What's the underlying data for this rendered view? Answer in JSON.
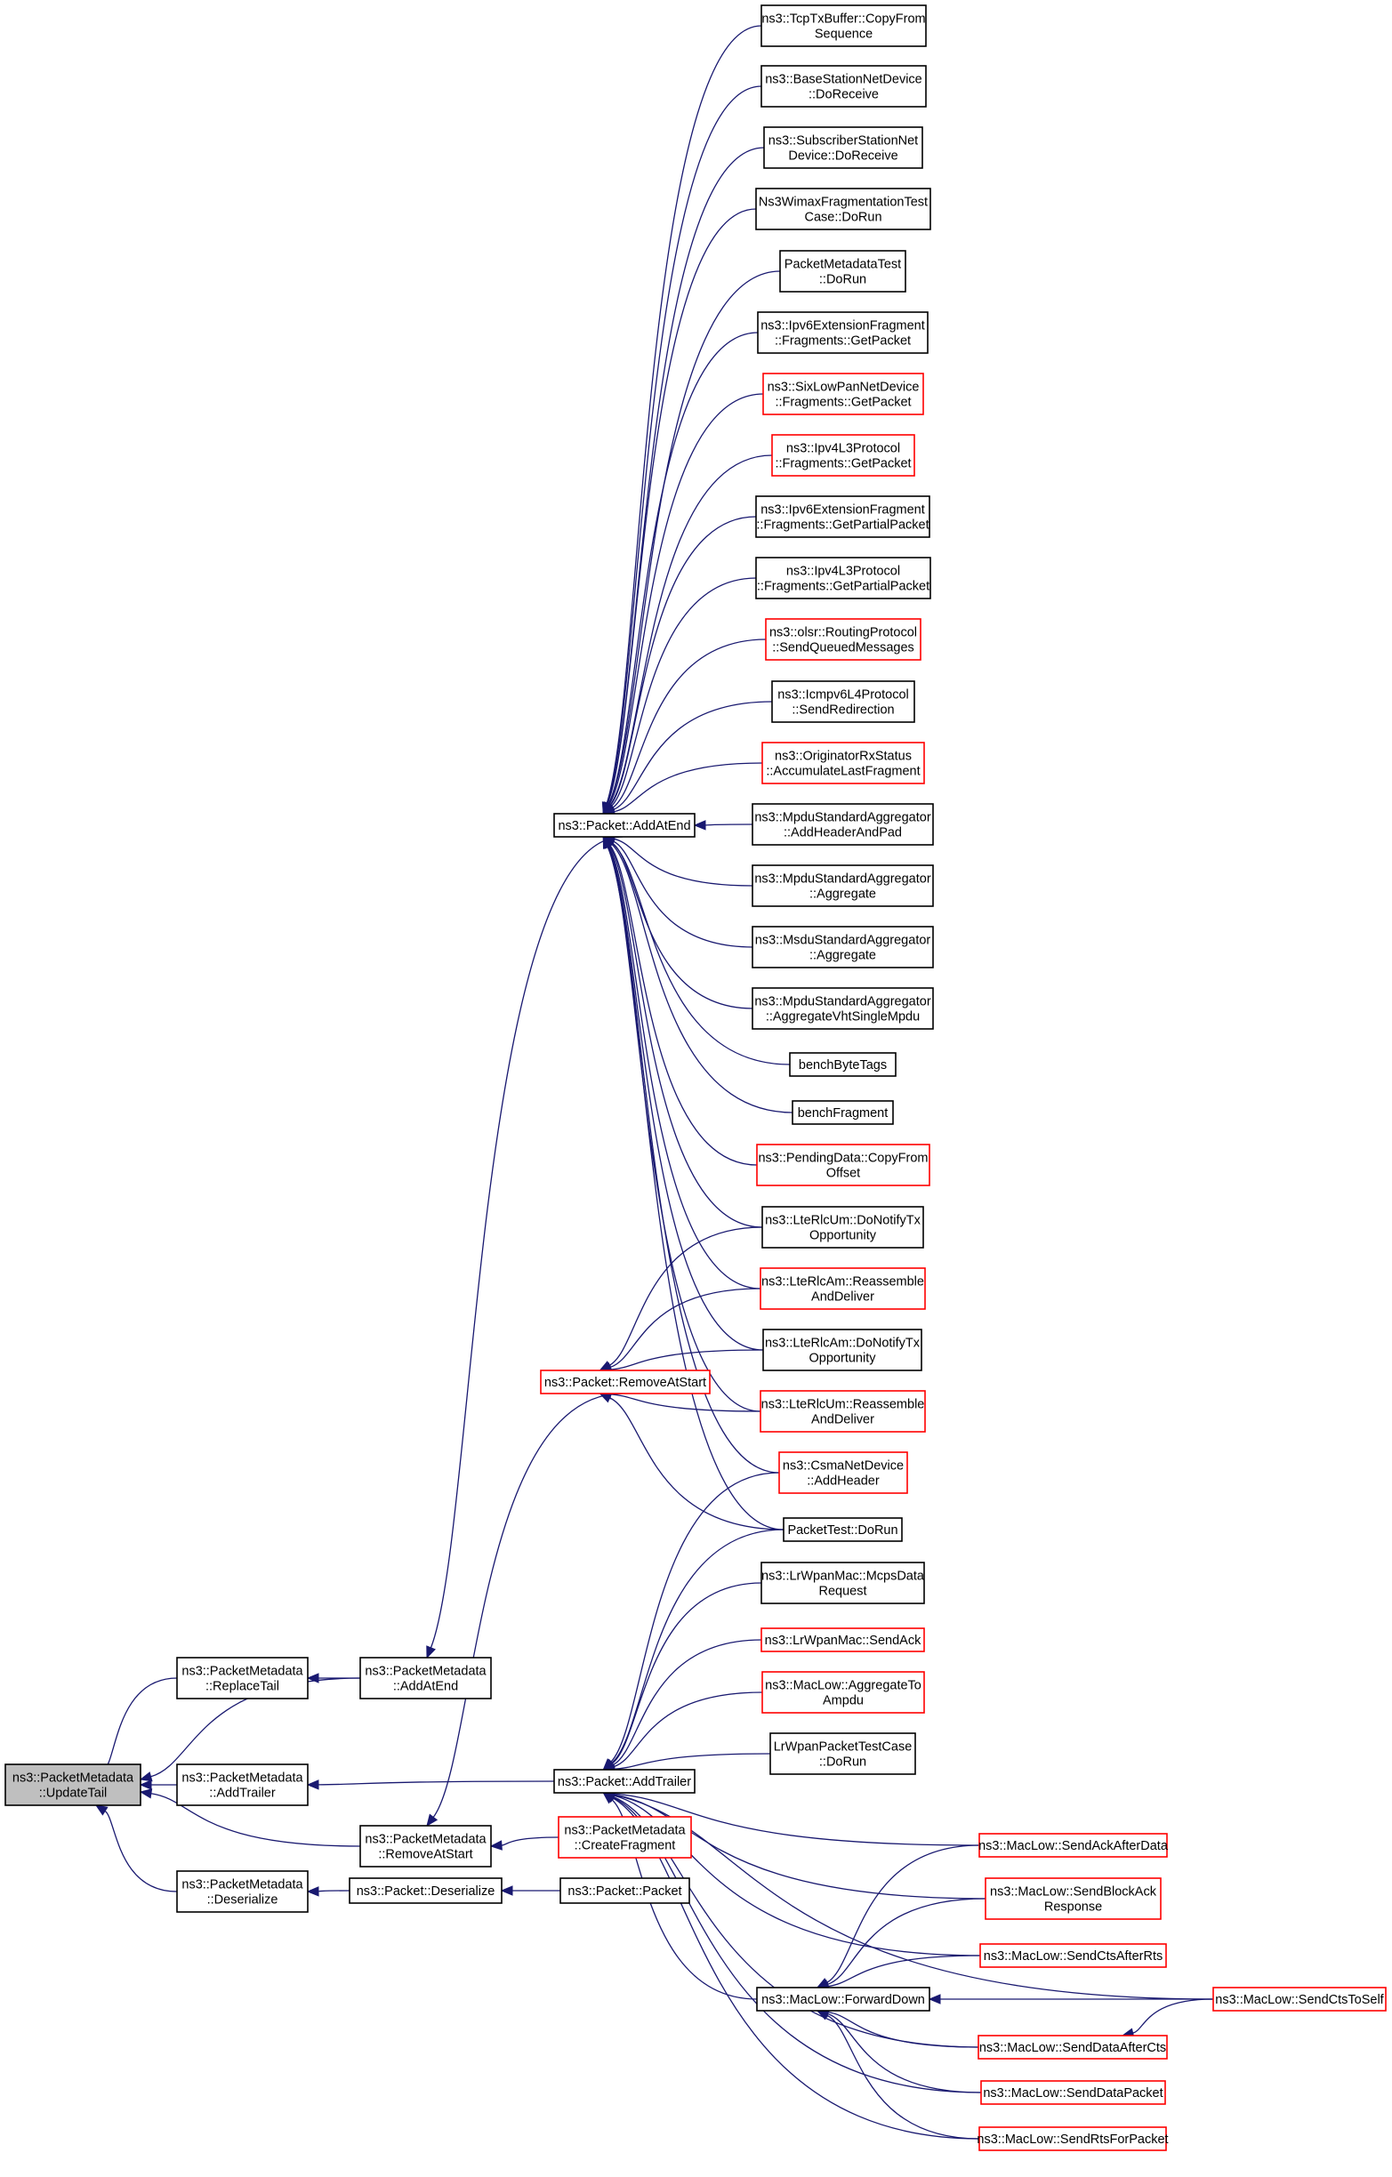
{
  "graph": {
    "nodes": [
      {
        "id": "root",
        "lines": [
          "ns3::PacketMetadata",
          "::UpdateTail"
        ],
        "color": "root"
      },
      {
        "id": "replaceTail",
        "lines": [
          "ns3::PacketMetadata",
          "::ReplaceTail"
        ],
        "color": "black"
      },
      {
        "id": "addTrailerMeta",
        "lines": [
          "ns3::PacketMetadata",
          "::AddTrailer"
        ],
        "color": "black"
      },
      {
        "id": "deserializeMeta",
        "lines": [
          "ns3::PacketMetadata",
          "::Deserialize"
        ],
        "color": "black"
      },
      {
        "id": "addAtEndMeta",
        "lines": [
          "ns3::PacketMetadata",
          "::AddAtEnd"
        ],
        "color": "black"
      },
      {
        "id": "removeAtStartMeta",
        "lines": [
          "ns3::PacketMetadata",
          "::RemoveAtStart"
        ],
        "color": "black"
      },
      {
        "id": "pktDeserialize",
        "lines": [
          "ns3::Packet::Deserialize"
        ],
        "color": "black"
      },
      {
        "id": "pktPacket",
        "lines": [
          "ns3::Packet::Packet"
        ],
        "color": "black"
      },
      {
        "id": "createFragment",
        "lines": [
          "ns3::PacketMetadata",
          "::CreateFragment"
        ],
        "color": "red"
      },
      {
        "id": "pktAddAtEnd",
        "lines": [
          "ns3::Packet::AddAtEnd"
        ],
        "color": "black"
      },
      {
        "id": "pktRemoveAtStart",
        "lines": [
          "ns3::Packet::RemoveAtStart"
        ],
        "color": "red"
      },
      {
        "id": "pktAddTrailer",
        "lines": [
          "ns3::Packet::AddTrailer"
        ],
        "color": "black"
      },
      {
        "id": "tcpTxBuffer",
        "lines": [
          "ns3::TcpTxBuffer::CopyFrom",
          "Sequence"
        ],
        "color": "black"
      },
      {
        "id": "bsNetDevice",
        "lines": [
          "ns3::BaseStationNetDevice",
          "::DoReceive"
        ],
        "color": "black"
      },
      {
        "id": "ssNetDevice",
        "lines": [
          "ns3::SubscriberStationNet",
          "Device::DoReceive"
        ],
        "color": "black"
      },
      {
        "id": "wimaxFragTest",
        "lines": [
          "Ns3WimaxFragmentationTest",
          "Case::DoRun"
        ],
        "color": "black"
      },
      {
        "id": "pmTest",
        "lines": [
          "PacketMetadataTest",
          "::DoRun"
        ],
        "color": "black"
      },
      {
        "id": "ipv6ExtGetPacket",
        "lines": [
          "ns3::Ipv6ExtensionFragment",
          "::Fragments::GetPacket"
        ],
        "color": "black"
      },
      {
        "id": "sixLowPan",
        "lines": [
          "ns3::SixLowPanNetDevice",
          "::Fragments::GetPacket"
        ],
        "color": "red"
      },
      {
        "id": "ipv4GetPacket",
        "lines": [
          "ns3::Ipv4L3Protocol",
          "::Fragments::GetPacket"
        ],
        "color": "red"
      },
      {
        "id": "ipv6ExtGetPartial",
        "lines": [
          "ns3::Ipv6ExtensionFragment",
          "::Fragments::GetPartialPacket"
        ],
        "color": "black"
      },
      {
        "id": "ipv4GetPartial",
        "lines": [
          "ns3::Ipv4L3Protocol",
          "::Fragments::GetPartialPacket"
        ],
        "color": "black"
      },
      {
        "id": "olsrSendQueued",
        "lines": [
          "ns3::olsr::RoutingProtocol",
          "::SendQueuedMessages"
        ],
        "color": "red"
      },
      {
        "id": "icmpv6Redirect",
        "lines": [
          "ns3::Icmpv6L4Protocol",
          "::SendRedirection"
        ],
        "color": "black"
      },
      {
        "id": "originatorRx",
        "lines": [
          "ns3::OriginatorRxStatus",
          "::AccumulateLastFragment"
        ],
        "color": "red"
      },
      {
        "id": "mpduAddHeader",
        "lines": [
          "ns3::MpduStandardAggregator",
          "::AddHeaderAndPad"
        ],
        "color": "black"
      },
      {
        "id": "mpduAggregate",
        "lines": [
          "ns3::MpduStandardAggregator",
          "::Aggregate"
        ],
        "color": "black"
      },
      {
        "id": "msduAggregate",
        "lines": [
          "ns3::MsduStandardAggregator",
          "::Aggregate"
        ],
        "color": "black"
      },
      {
        "id": "mpduAggVht",
        "lines": [
          "ns3::MpduStandardAggregator",
          "::AggregateVhtSingleMpdu"
        ],
        "color": "black"
      },
      {
        "id": "benchByteTags",
        "lines": [
          "benchByteTags"
        ],
        "color": "black"
      },
      {
        "id": "benchFragment",
        "lines": [
          "benchFragment"
        ],
        "color": "black"
      },
      {
        "id": "pendingData",
        "lines": [
          "ns3::PendingData::CopyFrom",
          "Offset"
        ],
        "color": "red"
      },
      {
        "id": "lteUmNotify",
        "lines": [
          "ns3::LteRlcUm::DoNotifyTx",
          "Opportunity"
        ],
        "color": "black"
      },
      {
        "id": "lteAmReassemble",
        "lines": [
          "ns3::LteRlcAm::Reassemble",
          "AndDeliver"
        ],
        "color": "red"
      },
      {
        "id": "lteAmNotify",
        "lines": [
          "ns3::LteRlcAm::DoNotifyTx",
          "Opportunity"
        ],
        "color": "black"
      },
      {
        "id": "lteUmReassemble",
        "lines": [
          "ns3::LteRlcUm::Reassemble",
          "AndDeliver"
        ],
        "color": "red"
      },
      {
        "id": "csmaAddHeader",
        "lines": [
          "ns3::CsmaNetDevice",
          "::AddHeader"
        ],
        "color": "red"
      },
      {
        "id": "packetTest",
        "lines": [
          "PacketTest::DoRun"
        ],
        "color": "black"
      },
      {
        "id": "lrwpanMcps",
        "lines": [
          "ns3::LrWpanMac::McpsData",
          "Request"
        ],
        "color": "black"
      },
      {
        "id": "lrwpanSendAck",
        "lines": [
          "ns3::LrWpanMac::SendAck"
        ],
        "color": "red"
      },
      {
        "id": "macLowAggToAmpdu",
        "lines": [
          "ns3::MacLow::AggregateTo",
          "Ampdu"
        ],
        "color": "red"
      },
      {
        "id": "lrwpanTestCase",
        "lines": [
          "LrWpanPacketTestCase",
          "::DoRun"
        ],
        "color": "black"
      },
      {
        "id": "sendAckAfterData",
        "lines": [
          "ns3::MacLow::SendAckAfterData"
        ],
        "color": "red"
      },
      {
        "id": "sendBlockAck",
        "lines": [
          "ns3::MacLow::SendBlockAck",
          "Response"
        ],
        "color": "red"
      },
      {
        "id": "sendCtsAfterRts",
        "lines": [
          "ns3::MacLow::SendCtsAfterRts"
        ],
        "color": "red"
      },
      {
        "id": "forwardDown",
        "lines": [
          "ns3::MacLow::ForwardDown"
        ],
        "color": "black"
      },
      {
        "id": "sendCtsToSelf",
        "lines": [
          "ns3::MacLow::SendCtsToSelf"
        ],
        "color": "red"
      },
      {
        "id": "sendDataAfterCts",
        "lines": [
          "ns3::MacLow::SendDataAfterCts"
        ],
        "color": "red"
      },
      {
        "id": "sendDataPacket",
        "lines": [
          "ns3::MacLow::SendDataPacket"
        ],
        "color": "red"
      },
      {
        "id": "sendRtsForPacket",
        "lines": [
          "ns3::MacLow::SendRtsForPacket"
        ],
        "color": "red"
      }
    ],
    "edges": [
      {
        "from": "replaceTail",
        "to": "root"
      },
      {
        "from": "addAtEndMeta",
        "to": "root"
      },
      {
        "from": "addTrailerMeta",
        "to": "root"
      },
      {
        "from": "removeAtStartMeta",
        "to": "root"
      },
      {
        "from": "deserializeMeta",
        "to": "root"
      },
      {
        "from": "addAtEndMeta",
        "to": "replaceTail"
      },
      {
        "from": "pktAddAtEnd",
        "to": "addAtEndMeta"
      },
      {
        "from": "pktAddTrailer",
        "to": "addTrailerMeta"
      },
      {
        "from": "pktRemoveAtStart",
        "to": "removeAtStartMeta"
      },
      {
        "from": "createFragment",
        "to": "removeAtStartMeta"
      },
      {
        "from": "pktDeserialize",
        "to": "deserializeMeta"
      },
      {
        "from": "pktPacket",
        "to": "pktDeserialize"
      },
      {
        "from": "tcpTxBuffer",
        "to": "pktAddAtEnd"
      },
      {
        "from": "bsNetDevice",
        "to": "pktAddAtEnd"
      },
      {
        "from": "ssNetDevice",
        "to": "pktAddAtEnd"
      },
      {
        "from": "wimaxFragTest",
        "to": "pktAddAtEnd"
      },
      {
        "from": "pmTest",
        "to": "pktAddAtEnd"
      },
      {
        "from": "ipv6ExtGetPacket",
        "to": "pktAddAtEnd"
      },
      {
        "from": "sixLowPan",
        "to": "pktAddAtEnd"
      },
      {
        "from": "ipv4GetPacket",
        "to": "pktAddAtEnd"
      },
      {
        "from": "ipv6ExtGetPartial",
        "to": "pktAddAtEnd"
      },
      {
        "from": "ipv4GetPartial",
        "to": "pktAddAtEnd"
      },
      {
        "from": "olsrSendQueued",
        "to": "pktAddAtEnd"
      },
      {
        "from": "icmpv6Redirect",
        "to": "pktAddAtEnd"
      },
      {
        "from": "originatorRx",
        "to": "pktAddAtEnd"
      },
      {
        "from": "mpduAddHeader",
        "to": "pktAddAtEnd"
      },
      {
        "from": "mpduAggregate",
        "to": "pktAddAtEnd"
      },
      {
        "from": "msduAggregate",
        "to": "pktAddAtEnd"
      },
      {
        "from": "mpduAggVht",
        "to": "pktAddAtEnd"
      },
      {
        "from": "benchByteTags",
        "to": "pktAddAtEnd"
      },
      {
        "from": "benchFragment",
        "to": "pktAddAtEnd"
      },
      {
        "from": "pendingData",
        "to": "pktAddAtEnd"
      },
      {
        "from": "lteUmNotify",
        "to": "pktAddAtEnd"
      },
      {
        "from": "lteAmReassemble",
        "to": "pktAddAtEnd"
      },
      {
        "from": "lteAmNotify",
        "to": "pktAddAtEnd"
      },
      {
        "from": "lteUmReassemble",
        "to": "pktAddAtEnd"
      },
      {
        "from": "csmaAddHeader",
        "to": "pktAddAtEnd"
      },
      {
        "from": "packetTest",
        "to": "pktAddAtEnd"
      },
      {
        "from": "lteUmNotify",
        "to": "pktRemoveAtStart"
      },
      {
        "from": "lteAmReassemble",
        "to": "pktRemoveAtStart"
      },
      {
        "from": "lteAmNotify",
        "to": "pktRemoveAtStart"
      },
      {
        "from": "lteUmReassemble",
        "to": "pktRemoveAtStart"
      },
      {
        "from": "packetTest",
        "to": "pktRemoveAtStart"
      },
      {
        "from": "csmaAddHeader",
        "to": "pktAddTrailer"
      },
      {
        "from": "packetTest",
        "to": "pktAddTrailer"
      },
      {
        "from": "lrwpanMcps",
        "to": "pktAddTrailer"
      },
      {
        "from": "lrwpanSendAck",
        "to": "pktAddTrailer"
      },
      {
        "from": "macLowAggToAmpdu",
        "to": "pktAddTrailer"
      },
      {
        "from": "lrwpanTestCase",
        "to": "pktAddTrailer"
      },
      {
        "from": "sendAckAfterData",
        "to": "pktAddTrailer"
      },
      {
        "from": "sendBlockAck",
        "to": "pktAddTrailer"
      },
      {
        "from": "sendCtsAfterRts",
        "to": "pktAddTrailer"
      },
      {
        "from": "forwardDown",
        "to": "pktAddTrailer"
      },
      {
        "from": "sendCtsToSelf",
        "to": "pktAddTrailer"
      },
      {
        "from": "sendDataAfterCts",
        "to": "pktAddTrailer"
      },
      {
        "from": "sendDataPacket",
        "to": "pktAddTrailer"
      },
      {
        "from": "sendRtsForPacket",
        "to": "pktAddTrailer"
      },
      {
        "from": "sendAckAfterData",
        "to": "forwardDown"
      },
      {
        "from": "sendBlockAck",
        "to": "forwardDown"
      },
      {
        "from": "sendCtsAfterRts",
        "to": "forwardDown"
      },
      {
        "from": "sendCtsToSelf",
        "to": "forwardDown"
      },
      {
        "from": "sendDataAfterCts",
        "to": "forwardDown"
      },
      {
        "from": "sendDataPacket",
        "to": "forwardDown"
      },
      {
        "from": "sendRtsForPacket",
        "to": "forwardDown"
      },
      {
        "from": "sendCtsToSelf",
        "to": "sendDataAfterCts"
      }
    ]
  }
}
